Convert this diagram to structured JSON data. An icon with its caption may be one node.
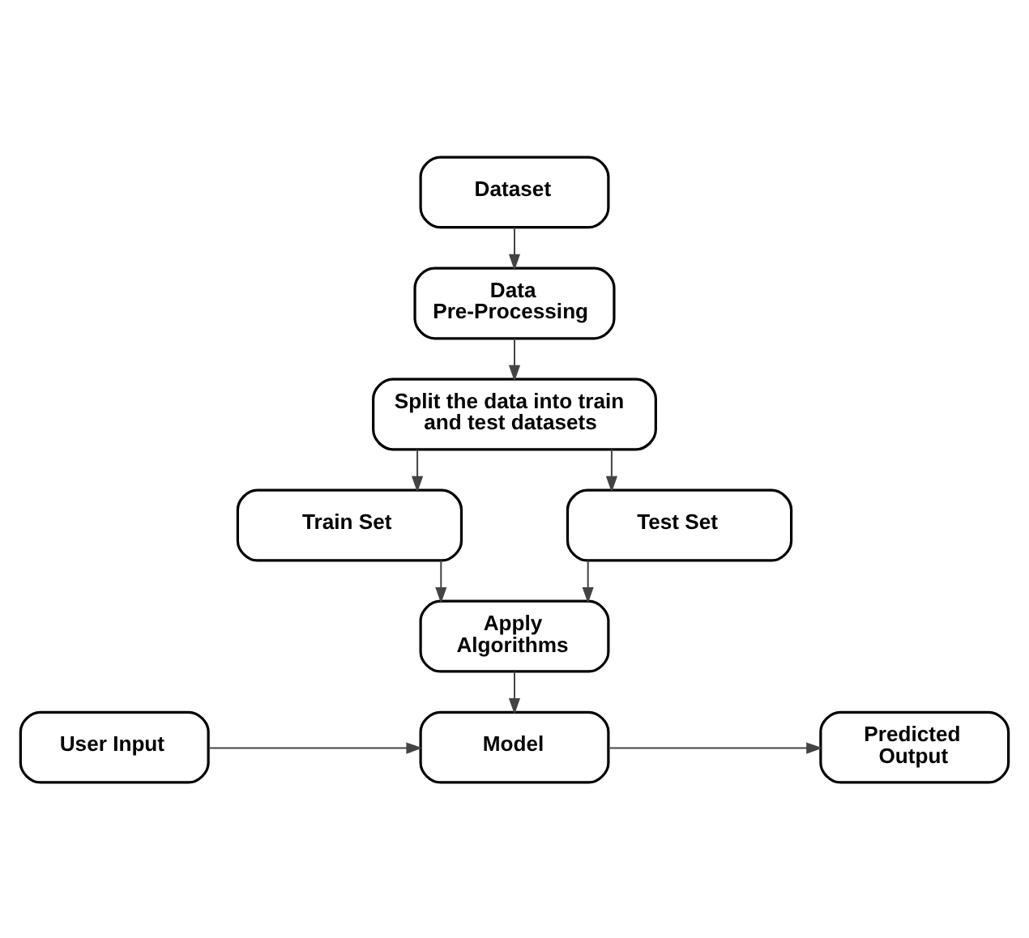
{
  "diagram": {
    "nodes": [
      {
        "text": [
          "Dataset"
        ]
      },
      {
        "text": [
          "Data Pre-Processing"
        ]
      },
      {
        "text": [
          "Split the data into train and test datasets"
        ]
      },
      {
        "text": [
          "Train Set"
        ]
      },
      {
        "text": [
          "Test Set"
        ]
      },
      {
        "text": [
          "Apply Algorithms"
        ]
      },
      {
        "text": [
          "User Input"
        ]
      },
      {
        "text": [
          "Model"
        ]
      },
      {
        "text": [
          "Predicted Output"
        ]
      }
    ],
    "edges": [
      {
        "from": 0,
        "to": 1,
        "arrow": "to"
      },
      {
        "from": 1,
        "to": 2,
        "arrow": "to"
      },
      {
        "from": 2,
        "to": 3,
        "arrow": "to"
      },
      {
        "from": 2,
        "to": 4,
        "arrow": "to"
      },
      {
        "from": 3,
        "to": 5,
        "arrow": "to"
      },
      {
        "from": 4,
        "to": 5,
        "arrow": "to"
      },
      {
        "from": 5,
        "to": 7,
        "arrow": "to"
      },
      {
        "from": 6,
        "to": 7,
        "arrow": "to"
      },
      {
        "from": 7,
        "to": 8,
        "arrow": "to"
      }
    ]
  }
}
